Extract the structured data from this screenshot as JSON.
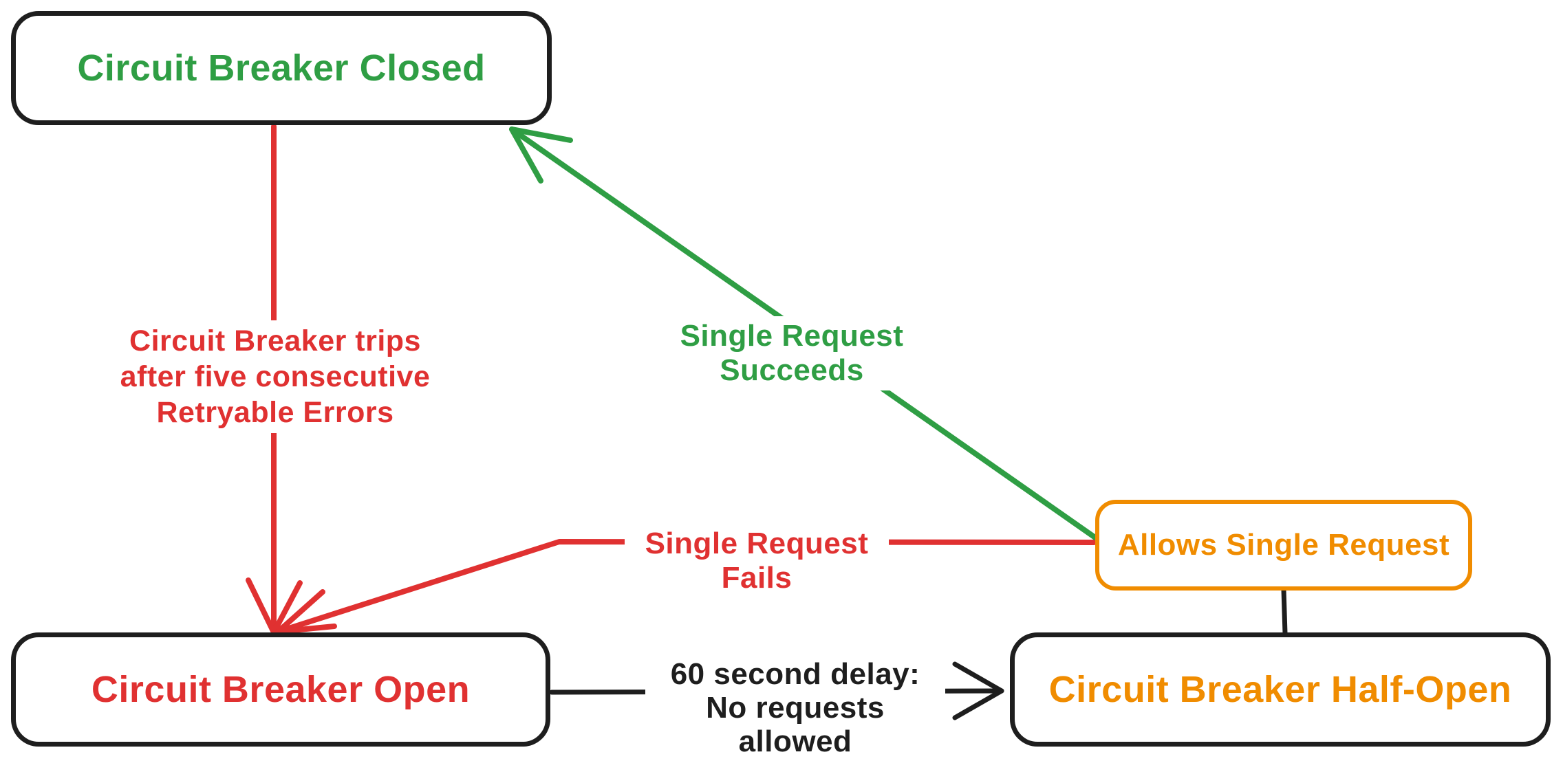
{
  "colors": {
    "green": "#2f9e44",
    "red": "#e03131",
    "orange": "#f08c00",
    "black": "#1e1e1e",
    "background": "#ffffff"
  },
  "nodes": {
    "closed": {
      "label": "Circuit Breaker Closed",
      "text_color": "#2f9e44",
      "border_color": "#1e1e1e"
    },
    "open": {
      "label": "Circuit Breaker Open",
      "text_color": "#e03131",
      "border_color": "#1e1e1e"
    },
    "half_open": {
      "label": "Circuit Breaker Half-Open",
      "text_color": "#f08c00",
      "border_color": "#1e1e1e"
    },
    "allows_single_request": {
      "label": "Allows Single Request",
      "text_color": "#f08c00",
      "border_color": "#f08c00"
    }
  },
  "edges": {
    "closed_to_open": {
      "color": "#e03131",
      "label_lines": [
        "Circuit Breaker trips",
        "after five consecutive",
        "Retryable Errors"
      ]
    },
    "allows_to_closed": {
      "color": "#2f9e44",
      "label": "Single Request Succeeds"
    },
    "allows_to_open": {
      "color": "#e03131",
      "label": "Single Request Fails"
    },
    "open_to_half_open": {
      "color": "#1e1e1e",
      "label_lines": [
        "60 second delay:",
        "No requests allowed"
      ]
    },
    "half_open_to_allows": {
      "color": "#1e1e1e"
    }
  }
}
